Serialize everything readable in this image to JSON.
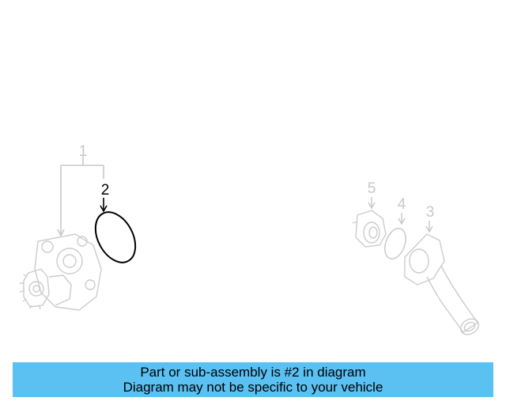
{
  "callouts": {
    "part1": "1",
    "part2": "2",
    "part3": "3",
    "part4": "4",
    "part5": "5"
  },
  "banner": {
    "line1": "Part or sub-assembly is #2 in diagram",
    "line2": "Diagram may not be specific to your vehicle"
  },
  "colors": {
    "highlight": "#000000",
    "faded": "#cfcfcf",
    "banner": "#5bc0f2"
  }
}
